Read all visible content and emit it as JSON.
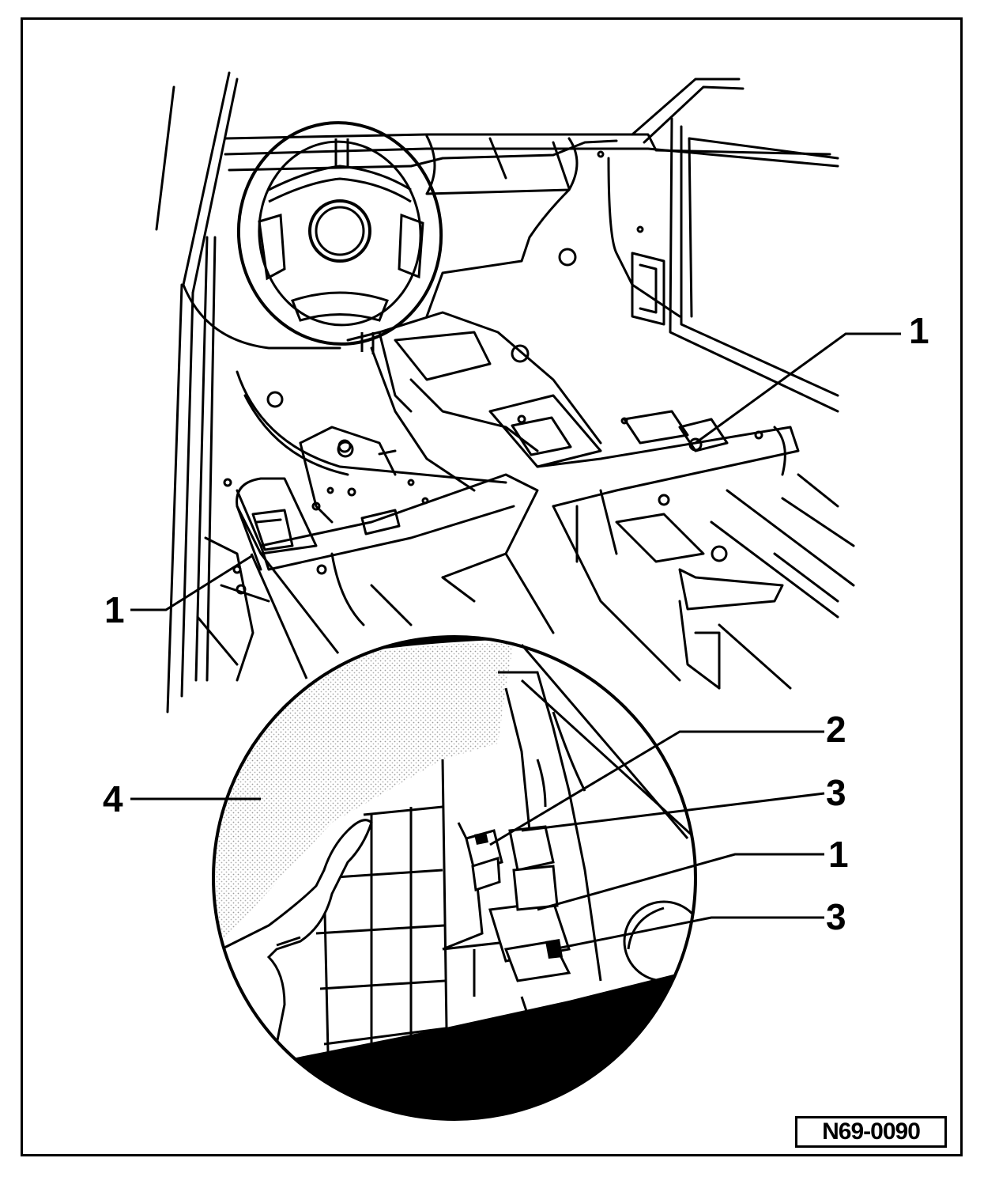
{
  "figure": {
    "reference_number": "N69-0090",
    "callouts": {
      "top_right_1": "1",
      "left_1": "1",
      "detail_2": "2",
      "detail_3_upper": "3",
      "detail_1": "1",
      "detail_3_lower": "3",
      "detail_4": "4"
    }
  },
  "colors": {
    "ink": "#000000",
    "paper": "#ffffff",
    "shading": "#bdbdbd"
  }
}
